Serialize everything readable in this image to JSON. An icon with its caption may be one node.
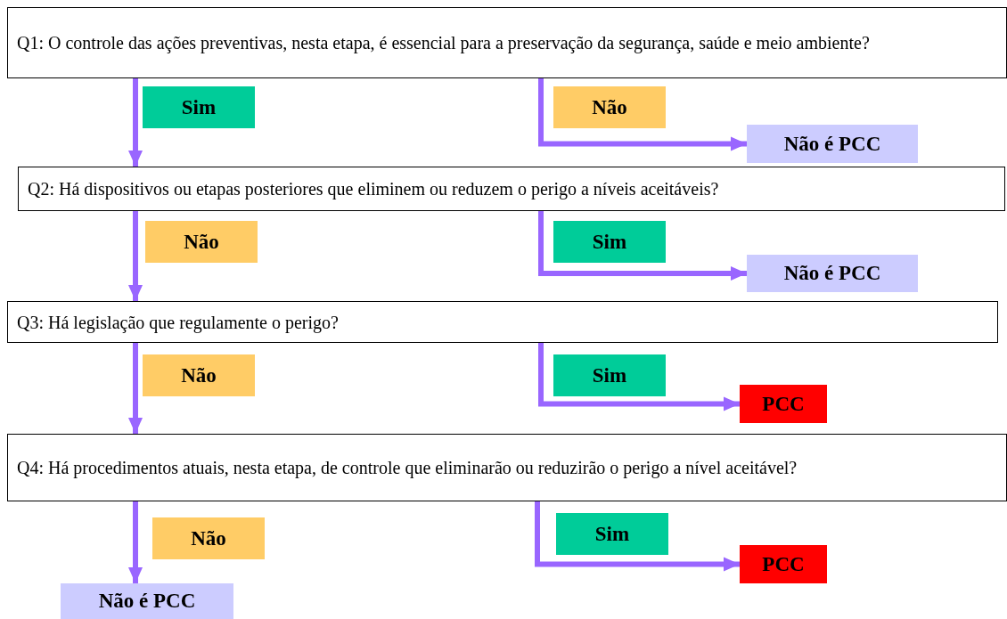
{
  "diagram": {
    "nodes": [
      {
        "text": [
          "Q1: O controle das ações preventivas, nesta etapa, é essencial para a preservação da segurança, saúde e meio ambiente?"
        ]
      },
      {
        "text": [
          "Não é PCC"
        ]
      },
      {
        "text": [
          "Q2: Há dispositivos ou etapas posteriores que eliminem ou reduzem o perigo a níveis aceitáveis?"
        ]
      },
      {
        "text": [
          "Não é PCC"
        ]
      },
      {
        "text": [
          "Q3: Há legislação que regulamente o perigo?"
        ]
      },
      {
        "text": [
          "PCC"
        ]
      },
      {
        "text": [
          "Q4: Há procedimentos atuais, nesta etapa, de controle que eliminarão ou reduzirão o perigo a nível aceitável?"
        ]
      },
      {
        "text": [
          "PCC"
        ]
      },
      {
        "text": [
          "Não é PCC"
        ]
      }
    ],
    "edges": [
      {
        "from": 0,
        "to": 2,
        "arrow": "to",
        "label": "Sim"
      },
      {
        "from": 0,
        "to": 1,
        "arrow": "to",
        "label": "Não"
      },
      {
        "from": 2,
        "to": 4,
        "arrow": "to",
        "label": "Não"
      },
      {
        "from": 2,
        "to": 3,
        "arrow": "to",
        "label": "Sim"
      },
      {
        "from": 4,
        "to": 6,
        "arrow": "to",
        "label": "Não"
      },
      {
        "from": 4,
        "to": 5,
        "arrow": "to",
        "label": "Sim"
      },
      {
        "from": 6,
        "to": 8,
        "arrow": "to",
        "label": "Não"
      },
      {
        "from": 6,
        "to": 7,
        "arrow": "to",
        "label": "Sim"
      }
    ]
  }
}
